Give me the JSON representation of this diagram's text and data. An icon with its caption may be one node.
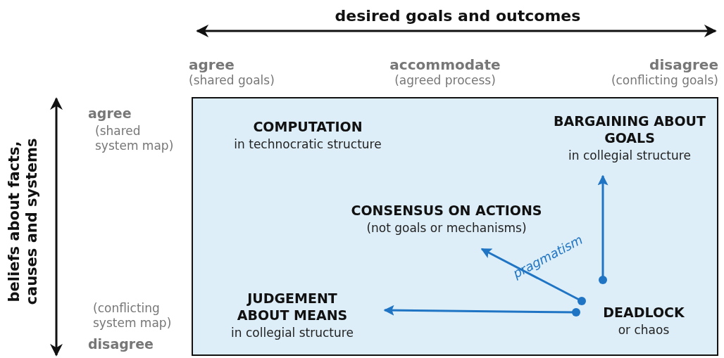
{
  "diagram": {
    "nodes": [
      {
        "text": [],
        "shape": "box"
      },
      {
        "text": [
          "COMPUTATION",
          "in technocratic structure"
        ],
        "in": 0
      },
      {
        "text": [
          "BARGAINING ABOUT GOALS",
          "in collegial structure"
        ],
        "in": 0
      },
      {
        "text": [
          "CONSENSUS ON ACTIONS",
          "(not goals or mechanisms)"
        ],
        "in": 0
      },
      {
        "text": [
          "JUDGEMENT ABOUT MEANS",
          "in collegial structure"
        ],
        "in": 0
      },
      {
        "text": [
          "DEADLOCK",
          "or chaos"
        ],
        "in": 0
      }
    ],
    "edges": [
      {
        "from": 5,
        "to": 2,
        "arrow": "to"
      },
      {
        "from": 5,
        "to": 3,
        "arrow": "to",
        "label": "pragmatism"
      },
      {
        "from": 5,
        "to": 4,
        "arrow": "to"
      }
    ],
    "labels": [
      "desired goals and outcomes",
      "agree",
      "(shared goals)",
      "accommodate",
      "(agreed process)",
      "disagree",
      "(conflicting goals)",
      "beliefs about facts, causes and systems",
      "agree",
      "(shared system map)",
      "(conflicting system map)",
      "disagree"
    ]
  }
}
